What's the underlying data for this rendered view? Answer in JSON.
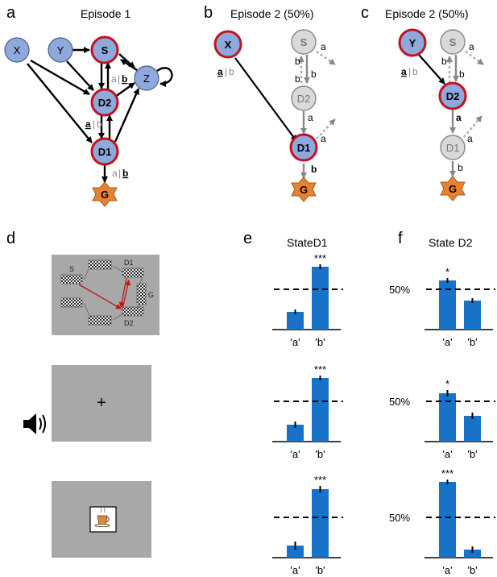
{
  "panels": {
    "a": {
      "letter": "a",
      "title": "Episode 1"
    },
    "b": {
      "letter": "b",
      "title": "Episode 2 (50%)"
    },
    "c": {
      "letter": "c",
      "title": "Episode  2 (50%)"
    },
    "d": {
      "letter": "d"
    },
    "e": {
      "letter": "e",
      "title": "StateD1"
    },
    "f": {
      "letter": "f",
      "title": "State D2"
    }
  },
  "nodes": {
    "X": "X",
    "Y": "Y",
    "S": "S",
    "Z": "Z",
    "D1": "D1",
    "D2": "D2",
    "G": "G"
  },
  "edge_labels": {
    "a": "a",
    "b": "b",
    "sep": "|"
  },
  "screen_labels": {
    "S": "S",
    "D1": "D1",
    "D2": "D2",
    "G": "G",
    "fixation": "+"
  },
  "chart_common": {
    "categories": [
      "'a'",
      "'b'"
    ],
    "ref_label": "50%"
  },
  "colors": {
    "bar": "#1872c8",
    "node_fill": "#8fa9dc",
    "node_border": "#c0141c",
    "gray_node": "#d9d9d9",
    "goal": "#e8822f",
    "screen": "#a8a8a8"
  },
  "chart_data": [
    {
      "type": "bar",
      "title": "StateD1",
      "categories": [
        "'a'",
        "'b'"
      ],
      "values": [
        0.22,
        0.78
      ],
      "errors": [
        0.03,
        0.03
      ],
      "significance": [
        "",
        "***"
      ],
      "reference_line": 0.5
    },
    {
      "type": "bar",
      "title": "State D2",
      "categories": [
        "'a'",
        "'b'"
      ],
      "values": [
        0.61,
        0.36
      ],
      "errors": [
        0.03,
        0.03
      ],
      "significance": [
        "*",
        ""
      ],
      "reference_line": 0.5
    },
    {
      "type": "bar",
      "categories": [
        "'a'",
        "'b'"
      ],
      "values": [
        0.21,
        0.79
      ],
      "errors": [
        0.04,
        0.03
      ],
      "significance": [
        "",
        "***"
      ],
      "reference_line": 0.5
    },
    {
      "type": "bar",
      "categories": [
        "'a'",
        "'b'"
      ],
      "values": [
        0.6,
        0.32
      ],
      "errors": [
        0.04,
        0.04
      ],
      "significance": [
        "*",
        ""
      ],
      "reference_line": 0.5
    },
    {
      "type": "bar",
      "categories": [
        "'a'",
        "'b'"
      ],
      "values": [
        0.15,
        0.85
      ],
      "errors": [
        0.05,
        0.04
      ],
      "significance": [
        "",
        "***"
      ],
      "reference_line": 0.5
    },
    {
      "type": "bar",
      "categories": [
        "'a'",
        "'b'"
      ],
      "values": [
        0.94,
        0.1
      ],
      "errors": [
        0.03,
        0.04
      ],
      "significance": [
        "***",
        ""
      ],
      "reference_line": 0.5
    }
  ]
}
